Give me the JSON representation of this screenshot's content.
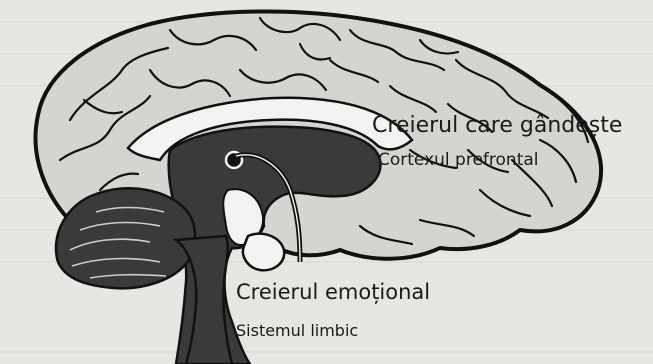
{
  "figure": {
    "labels": {
      "thinking_brain_title": "Creierul care gândește",
      "thinking_brain_subtitle": "Cortexul prefrontal",
      "emotional_brain_title": "Creierul emoțional",
      "emotional_brain_subtitle": "Sistemul limbic"
    },
    "colors": {
      "background": "#e8e6e3",
      "outline": "#111111",
      "cortex_fill": "#d6d4d1",
      "limbic_fill": "#3a3a3a",
      "white_matter": "#f4f3f1",
      "text": "#1b1b1b"
    }
  }
}
